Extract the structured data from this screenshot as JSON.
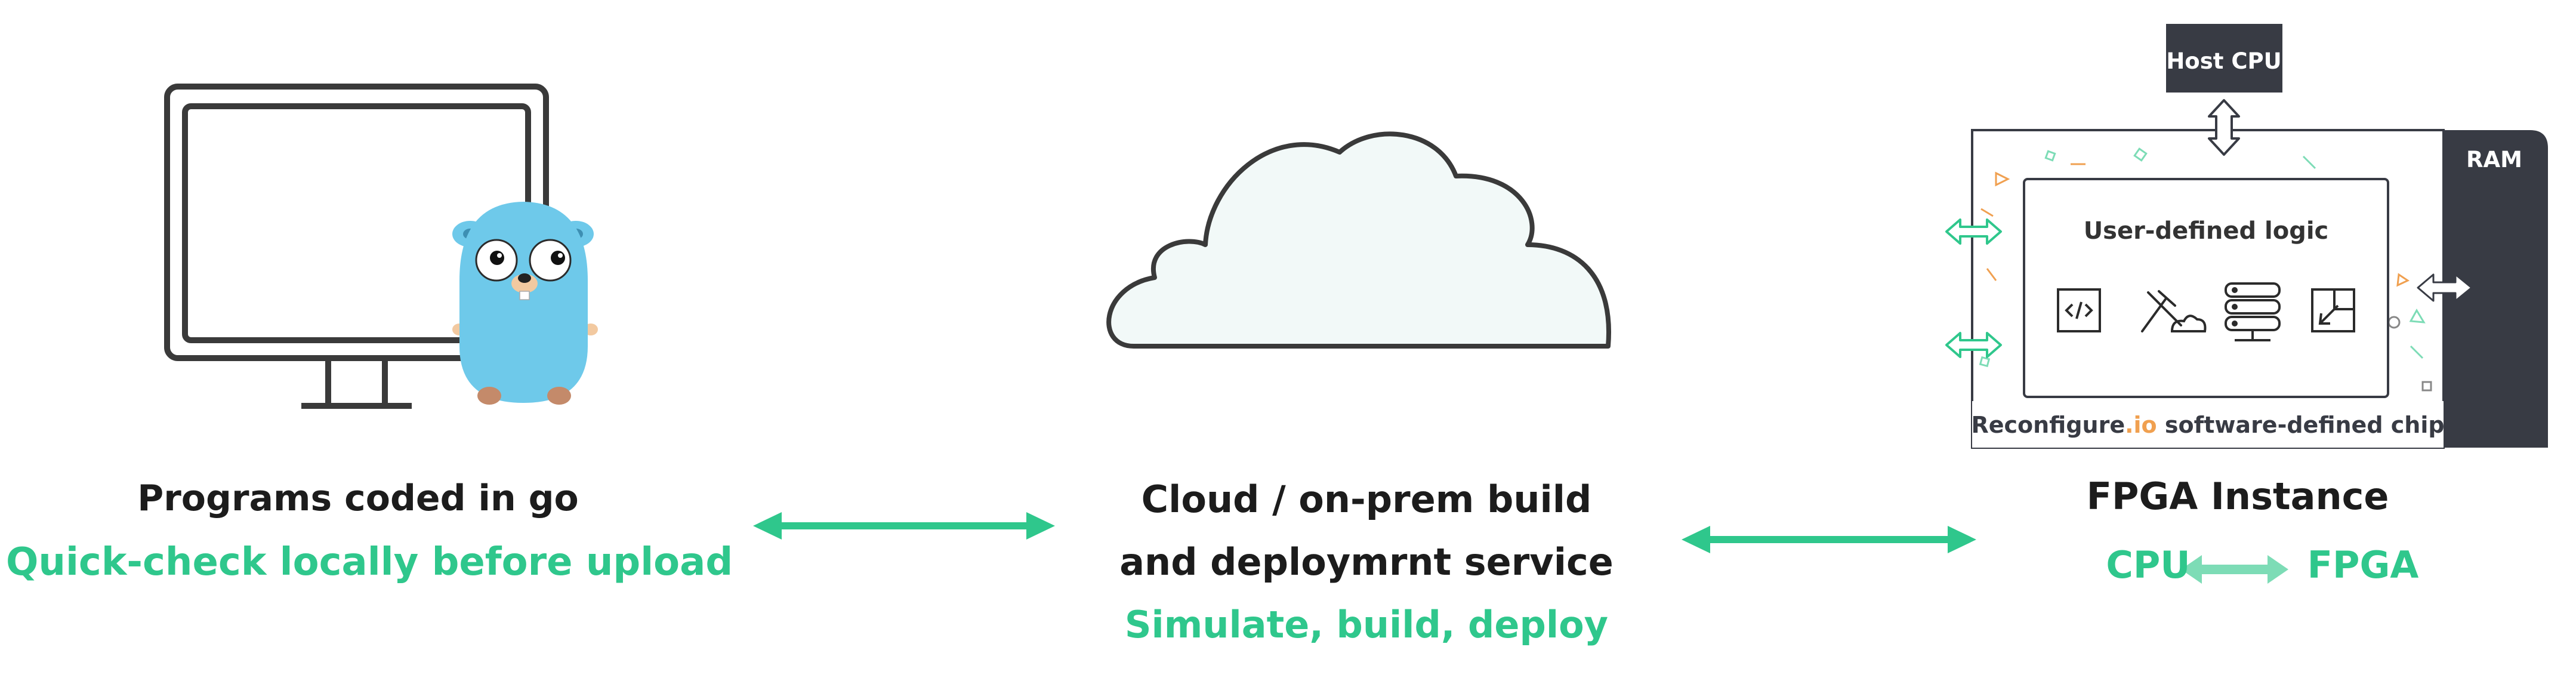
{
  "left": {
    "title": "Programs coded in go",
    "subtitle": "Quick-check locally before upload"
  },
  "middle": {
    "title_line1": "Cloud / on-prem build",
    "title_line2": "and deploymrnt service",
    "subtitle": "Simulate, build, deploy"
  },
  "right": {
    "title": "FPGA Instance",
    "cpu_label": "CPU",
    "fpga_label": "FPGA",
    "host_cpu": "Host CPU",
    "ram": "RAM",
    "logic_title": "User-defined logic",
    "chip_brand": "Reconfigure",
    "chip_brand_suffix": ".io",
    "chip_caption": " software-defined chip"
  },
  "colors": {
    "accent_green": "#2fc78c",
    "light_green": "#7ddcb6",
    "dark": "#383b44",
    "gopher_blue": "#6ec9ea",
    "orange": "#f0a050"
  },
  "icons": [
    "monitor-icon",
    "gopher-icon",
    "cloud-icon",
    "code-icon",
    "tools-icon",
    "server-icon",
    "expand-icon"
  ]
}
